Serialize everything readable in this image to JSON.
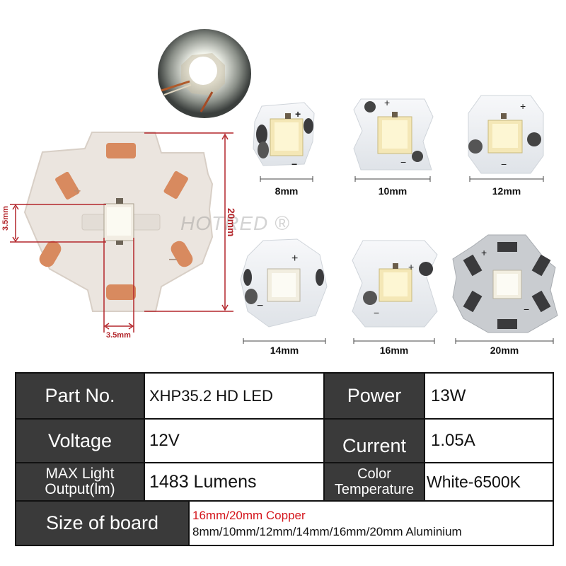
{
  "sizes": [
    "8mm",
    "10mm",
    "12mm",
    "14mm",
    "16mm",
    "20mm"
  ],
  "dimensions": {
    "chip_height": "3.5mm",
    "chip_width": "3.5mm",
    "board_diameter": "20mm"
  },
  "watermark": "HOTRED ®",
  "polarity": {
    "plus": "+",
    "minus": "−"
  },
  "specs": {
    "part_no_label": "Part No.",
    "part_no_value": "XHP35.2 HD LED",
    "power_label": "Power",
    "power_value": "13W",
    "voltage_label": "Voltage",
    "voltage_value": "12V",
    "current_label": "Current",
    "current_value": "1.05A",
    "light_label_1": "MAX Light",
    "light_label_2": "Output(lm)",
    "light_value": "1483 Lumens",
    "color_label_1": "Color",
    "color_label_2": "Temperature",
    "color_value": "White-6500K",
    "size_label": "Size of board",
    "size_value_copper": "16mm/20mm Copper",
    "size_value_aluminium": "8mm/10mm/12mm/14mm/16mm/20mm Aluminium"
  },
  "colors": {
    "copper": "#d88a5f",
    "board_bg": "#ebe5df",
    "dimension_red": "#b3262b",
    "header_gray": "#3a3a3a",
    "copper_text": "#d4151c"
  }
}
